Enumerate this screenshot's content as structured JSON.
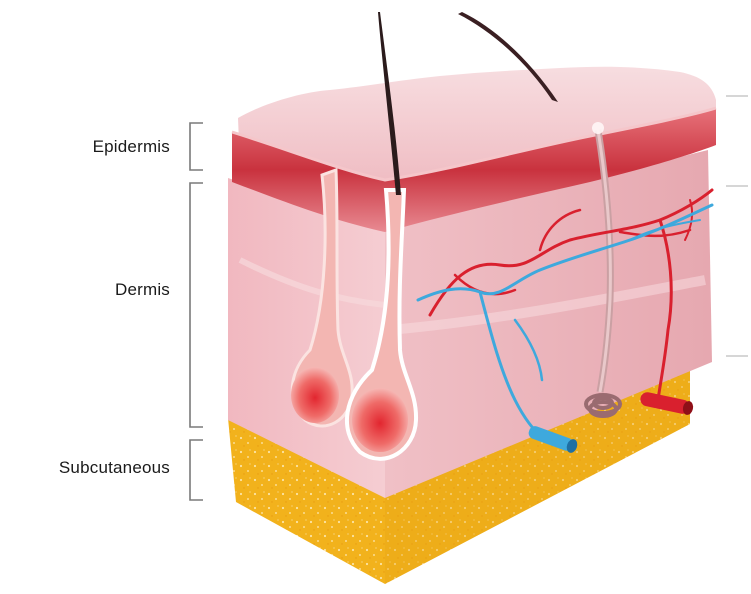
{
  "labels": {
    "epidermis": "Epidermis",
    "dermis": "Dermis",
    "subcutaneous": "Subcutaneous"
  },
  "colors": {
    "bracket": "#7a7a7a",
    "epidermis_top": "#f2c9cf",
    "epidermis_band": "#d8454f",
    "dermis": "#f3c3c9",
    "subcutaneous_fat": "#f3b61f",
    "artery": "#d9202e",
    "vein": "#3ea9dd",
    "follicle": "#e8343c",
    "nerve_gland": "#9a6b70"
  },
  "icons": [
    "skin-cross-section-illustration",
    "hair-follicle-icon",
    "blood-vessel-icon",
    "sweat-gland-icon"
  ]
}
